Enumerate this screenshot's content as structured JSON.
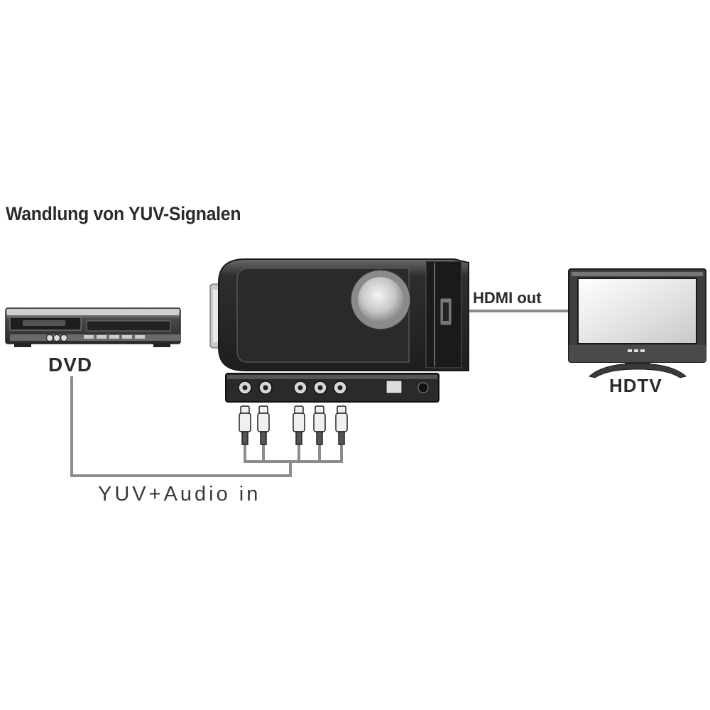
{
  "diagram": {
    "title": "Wandlung von YUV-Signalen",
    "devices": {
      "dvd": {
        "label": "DVD",
        "icon": "dvd-player-icon"
      },
      "converter": {
        "icon": "converter-box-icon"
      },
      "hdtv": {
        "label": "HDTV",
        "icon": "hdtv-icon"
      }
    },
    "connections": {
      "input": {
        "label": "YUV+Audio in",
        "from": "dvd",
        "to": "converter"
      },
      "output": {
        "label": "HDMI out",
        "from": "converter",
        "to": "hdtv"
      }
    },
    "colors": {
      "cable": "#888888",
      "device_dark": "#3a3a3a",
      "text": "#2b2b2b"
    }
  }
}
